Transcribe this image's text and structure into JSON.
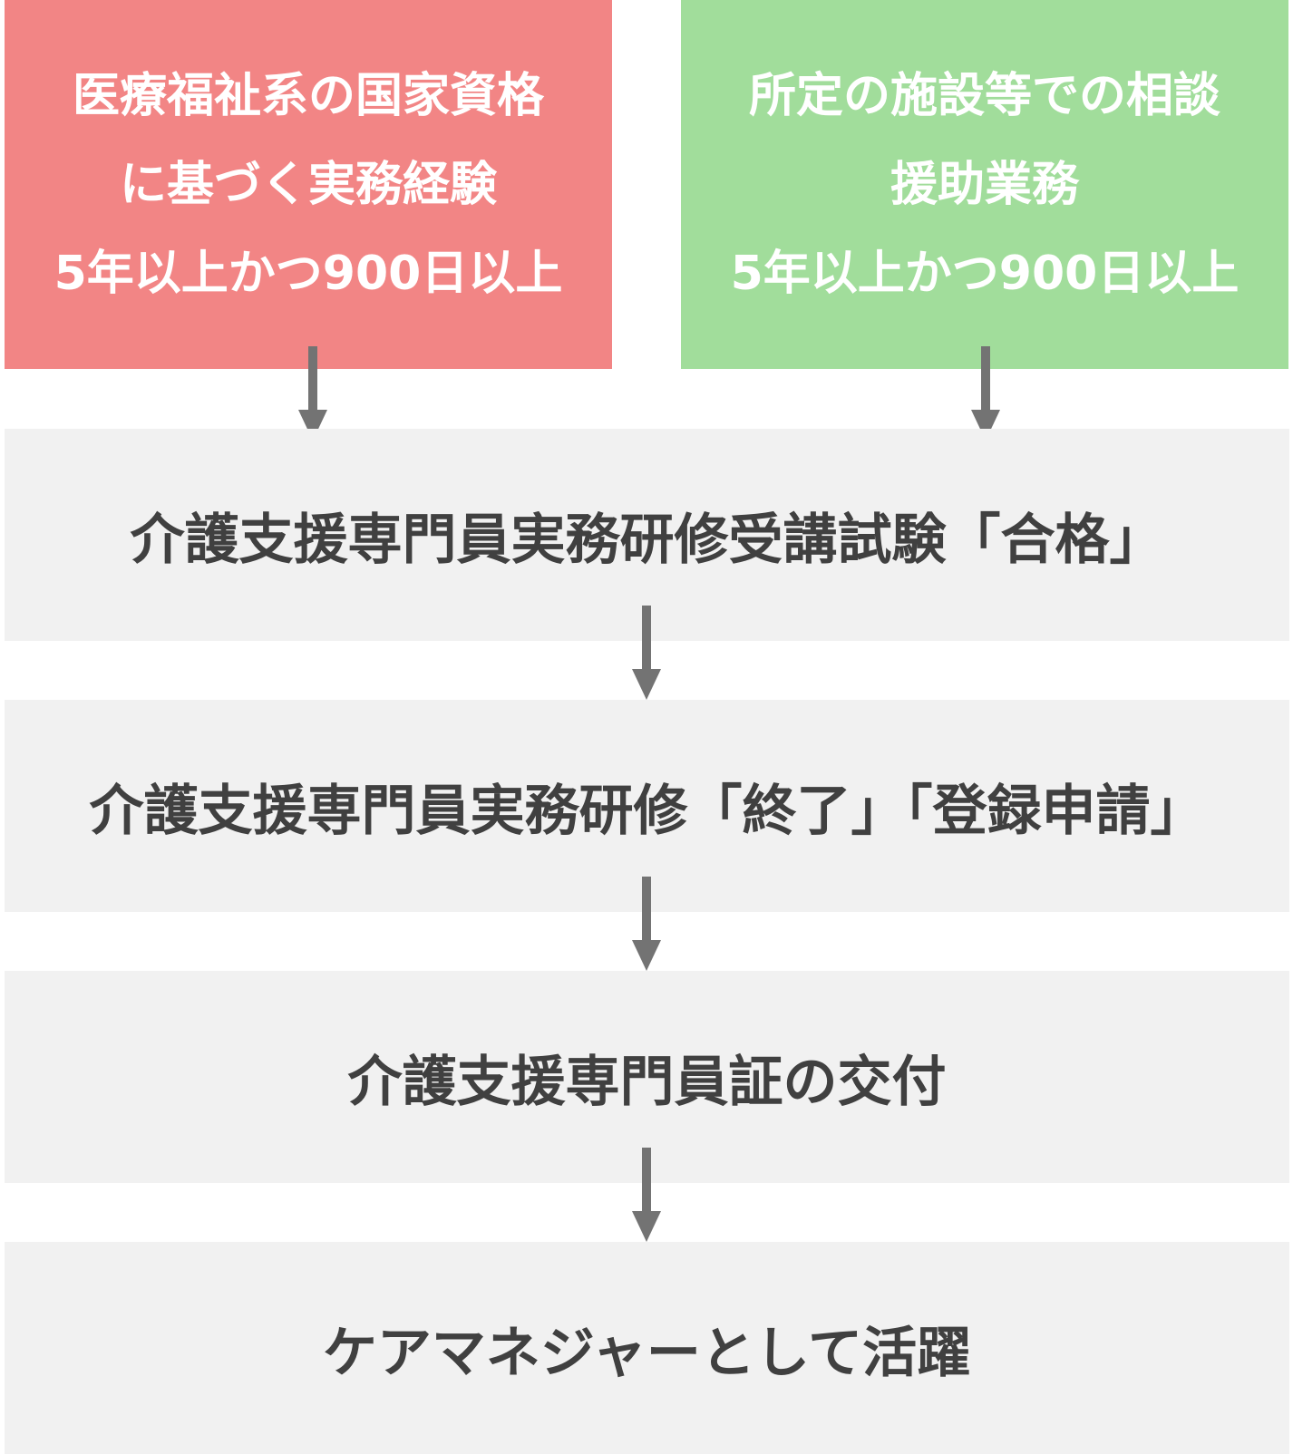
{
  "colors": {
    "left_box": "#f28585",
    "right_box": "#a1dd9b",
    "step_bg": "#f1f1f1",
    "step_text": "#404040",
    "arrow": "#737373"
  },
  "requirements": {
    "left": {
      "line1": "医療福祉系の国家資格",
      "line2": "に基づく実務経験",
      "line3": "5年以上かつ900日以上"
    },
    "right": {
      "line1": "所定の施設等での相談",
      "line2": "援助業務",
      "line3": "5年以上かつ900日以上"
    }
  },
  "steps": [
    "介護支援専門員実務研修受講試験「合格」",
    "介護支援専門員実務研修「終了」「登録申請」",
    "介護支援専門員証の交付",
    "ケアマネジャーとして活躍"
  ]
}
